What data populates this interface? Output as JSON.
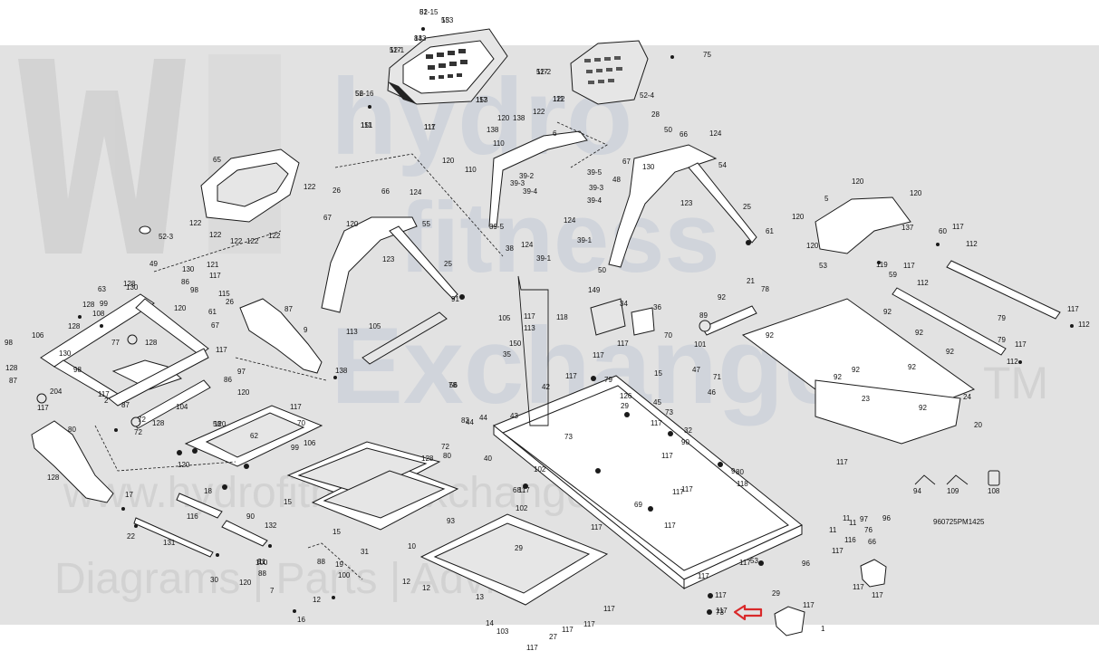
{
  "watermark": {
    "brand_line1": "hydro",
    "brand_line2": "fitness",
    "brand_line3": "Exchange",
    "trademark": "TM",
    "website": "www.hydrofitnessexchange.com",
    "tagline": "Diagrams | Parts | Advice"
  },
  "diagram_code": "960725PM1425",
  "labels": [
    "52-15",
    "133",
    "133",
    "52-1",
    "52-16",
    "153",
    "151",
    "117",
    "52-2",
    "122",
    "122",
    "52-4",
    "75",
    "138",
    "120",
    "6",
    "138",
    "110",
    "120",
    "110",
    "39-5",
    "39-3",
    "39-2",
    "39-3",
    "39-4",
    "48",
    "39-4",
    "124",
    "39-5",
    "124",
    "39-1",
    "38",
    "39-1",
    "67",
    "130",
    "28",
    "50",
    "66",
    "124",
    "54",
    "123",
    "25",
    "61",
    "50",
    "65",
    "122",
    "122",
    "122",
    "122",
    "122",
    "122",
    "52-3",
    "121",
    "66",
    "124",
    "26",
    "67",
    "120",
    "55",
    "123",
    "25",
    "91",
    "5",
    "120",
    "120",
    "137",
    "119",
    "120",
    "53",
    "120",
    "60",
    "117",
    "112",
    "59",
    "117",
    "112",
    "79",
    "117",
    "112",
    "117",
    "112",
    "79",
    "49",
    "130",
    "128",
    "86",
    "98",
    "117",
    "115",
    "61",
    "26",
    "120",
    "128",
    "99",
    "108",
    "9",
    "63",
    "130",
    "128",
    "77",
    "67",
    "117",
    "128",
    "106",
    "98",
    "130",
    "128",
    "98",
    "87",
    "204",
    "97",
    "86",
    "120",
    "87",
    "138",
    "117",
    "117",
    "113",
    "105",
    "105",
    "113",
    "117",
    "118",
    "149",
    "34",
    "36",
    "150",
    "117",
    "70",
    "117",
    "79",
    "78",
    "89",
    "101",
    "21",
    "78",
    "92",
    "92",
    "92",
    "92",
    "92",
    "92",
    "92",
    "92",
    "92",
    "23",
    "24",
    "20",
    "35",
    "15",
    "71",
    "45",
    "47",
    "46",
    "42",
    "43",
    "126",
    "29",
    "44",
    "44",
    "117",
    "117",
    "56",
    "117",
    "70",
    "99",
    "106",
    "72",
    "72",
    "128",
    "104",
    "58",
    "87",
    "2",
    "80",
    "128",
    "120",
    "120",
    "62",
    "72",
    "80",
    "83",
    "40",
    "117",
    "128",
    "29",
    "9",
    "118",
    "53",
    "32",
    "11",
    "11",
    "11",
    "117",
    "96",
    "97",
    "76",
    "116",
    "66",
    "117",
    "96",
    "94",
    "109",
    "108",
    "17",
    "18",
    "116",
    "90",
    "22",
    "131",
    "132",
    "30",
    "120",
    "88",
    "8",
    "7",
    "100",
    "19",
    "88",
    "100",
    "11",
    "12",
    "16",
    "12",
    "15",
    "15",
    "31",
    "10",
    "93",
    "12",
    "13",
    "14",
    "103",
    "27",
    "117",
    "117",
    "117",
    "117",
    "117",
    "117",
    "117",
    "117",
    "117",
    "117",
    "117",
    "117",
    "117",
    "117",
    "1",
    "29",
    "73",
    "102",
    "102",
    "73",
    "68",
    "69",
    "117",
    "117",
    "90",
    "80",
    "81",
    "55",
    "84",
    "117",
    "56",
    "117",
    "111",
    "111",
    "117",
    "111"
  ],
  "highlight": {
    "target_label": "73",
    "arrow_color": "#d9292a"
  },
  "colors": {
    "watermark_band": "#e2e2e2",
    "watermark_brand": "#c3cad6",
    "line": "#1a1a1a"
  }
}
